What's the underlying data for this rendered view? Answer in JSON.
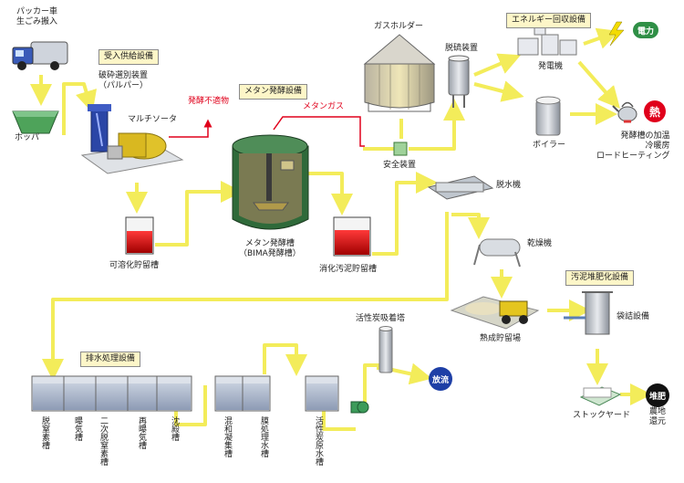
{
  "colors": {
    "flow": "#f3ec5a",
    "flow_red": "#e0001b",
    "tank_water": "#9aa8c0",
    "digester_green": "#2f6a3a",
    "storage_red": "#d40000",
    "section_bg": "#fdf6c8",
    "discharge_blue": "#1e3fa6",
    "heat_red": "#e0001b",
    "compost_black": "#111111",
    "power_green": "#2f8f46"
  },
  "labels": {
    "packer_truck": "パッカー車\n生ごみ搬入",
    "hopper": "ホッパ",
    "crusher": "破砕選別装置\n（パルパー）",
    "multisorter": "マルチソータ",
    "unsuitable": "発酵不適物",
    "methane_gas": "メタンガス",
    "dissolved_tank": "可溶化貯留槽",
    "digester": "メタン発酵槽\n（BIMA発酵槽）",
    "digested_sludge_tank": "消化汚泥貯留槽",
    "gas_holder": "ガスホルダー",
    "desulfurizer": "脱硫装置",
    "safety_device": "安全装置",
    "generator": "発電機",
    "boiler": "ボイラー",
    "heat_use": "発酵槽の加温\n冷暖房\nロードヒーティング",
    "dewatering": "脱水機",
    "dryer": "乾燥機",
    "maturing_yard": "熟成貯留場",
    "bagging": "袋詰設備",
    "stock_yard": "ストックヤード",
    "farm_return": "農地\n還元",
    "activated_carbon_tower": "活性炭吸着塔"
  },
  "sections": {
    "receiving": "受入供給設備",
    "methane": "メタン発酵設備",
    "energy": "エネルギー回収設備",
    "composting": "汚泥堆肥化設備",
    "wastewater": "排水処理設備"
  },
  "badges": {
    "power": "電力",
    "heat": "熱",
    "discharge": "放流",
    "compost": "堆肥"
  },
  "wastewater_tanks": [
    "脱窒素槽",
    "曝気槽",
    "二次脱窒素槽",
    "再曝気槽",
    "沈殿槽",
    "混和凝集槽",
    "膜処理水槽",
    "活性炭原水槽"
  ]
}
